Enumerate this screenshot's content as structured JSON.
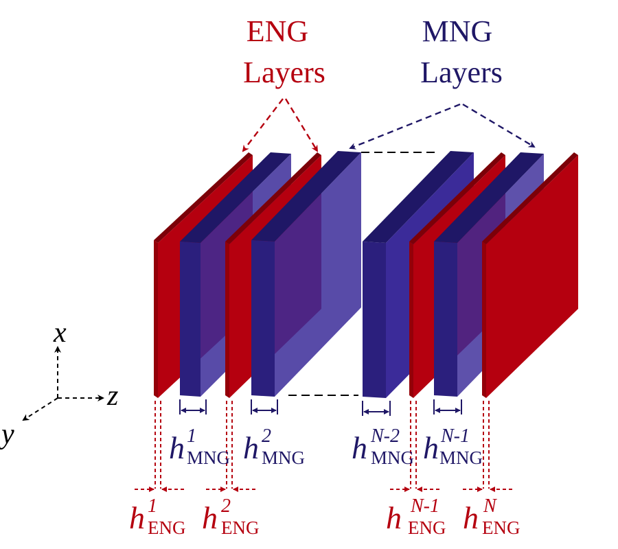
{
  "colors": {
    "eng": "#b5000f",
    "eng_dark": "#7c0008",
    "eng_side": "#940009",
    "mng": "#3b2b99",
    "mng_dark": "#1f1766",
    "mng_side": "#2b1f7d",
    "background": "#ffffff",
    "axis": "#000000"
  },
  "labels": {
    "eng_line1": "ENG",
    "eng_line2": "Layers",
    "mng_line1": "MNG",
    "mng_line2": "Layers"
  },
  "axes": {
    "x": "x",
    "y": "y",
    "z": "z"
  },
  "thickness_labels": {
    "symbol": "h",
    "mng_sub": "MNG",
    "eng_sub": "ENG",
    "mng_1": "1",
    "mng_2": "2",
    "mng_n2": "N-2",
    "mng_n1": "N-1",
    "eng_1": "1",
    "eng_2": "2",
    "eng_n1": "N-1",
    "eng_n": "N"
  }
}
